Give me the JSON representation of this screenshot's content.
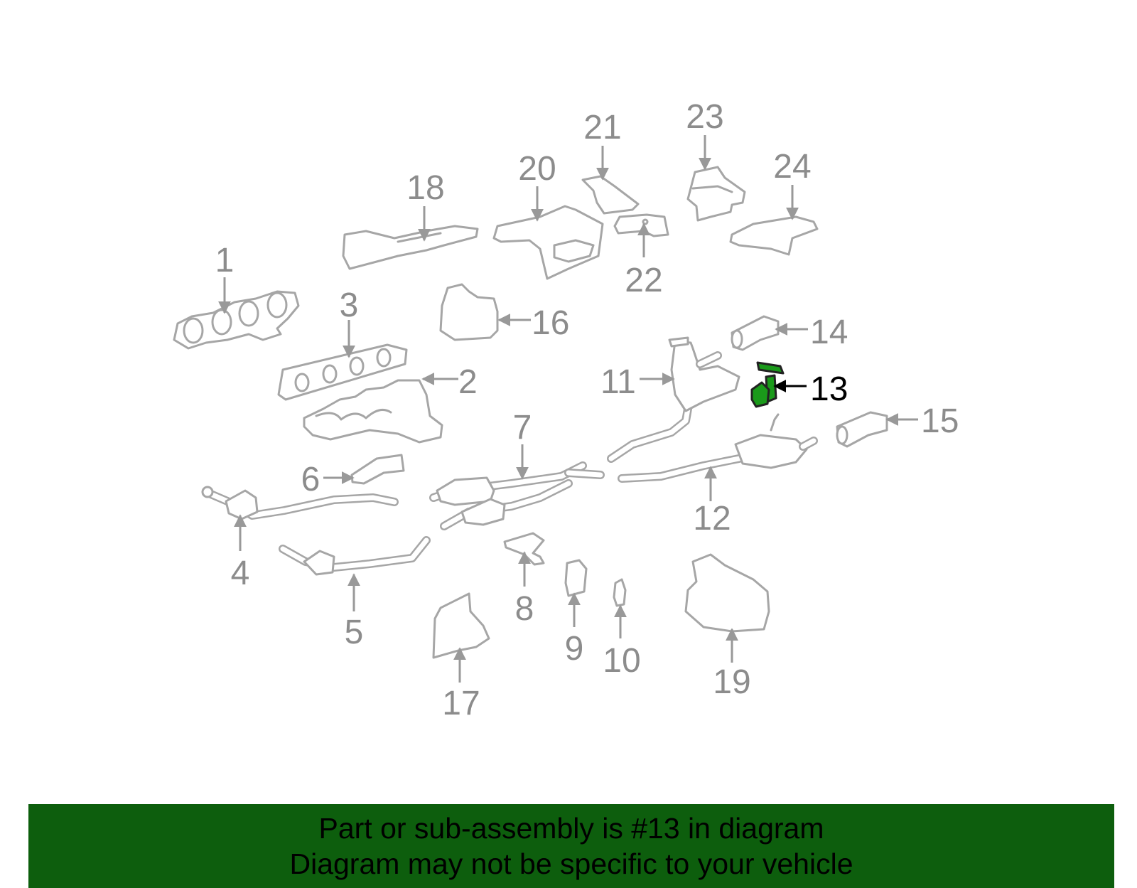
{
  "diagram": {
    "callouts": [
      "1",
      "2",
      "3",
      "4",
      "5",
      "6",
      "7",
      "8",
      "9",
      "10",
      "11",
      "12",
      "13",
      "14",
      "15",
      "16",
      "17",
      "18",
      "19",
      "20",
      "21",
      "22",
      "23",
      "24"
    ],
    "highlighted_callout": "13",
    "colors": {
      "part_stroke": "#a6a6a6",
      "callout_text": "#8c8c8c",
      "highlight_fill": "#1a9a1a",
      "highlight_text": "#000000",
      "banner_background": "#0d5e0d"
    }
  },
  "banner": {
    "line1": "Part or sub-assembly is #13 in diagram",
    "line2": "Diagram may not be specific to your vehicle"
  }
}
